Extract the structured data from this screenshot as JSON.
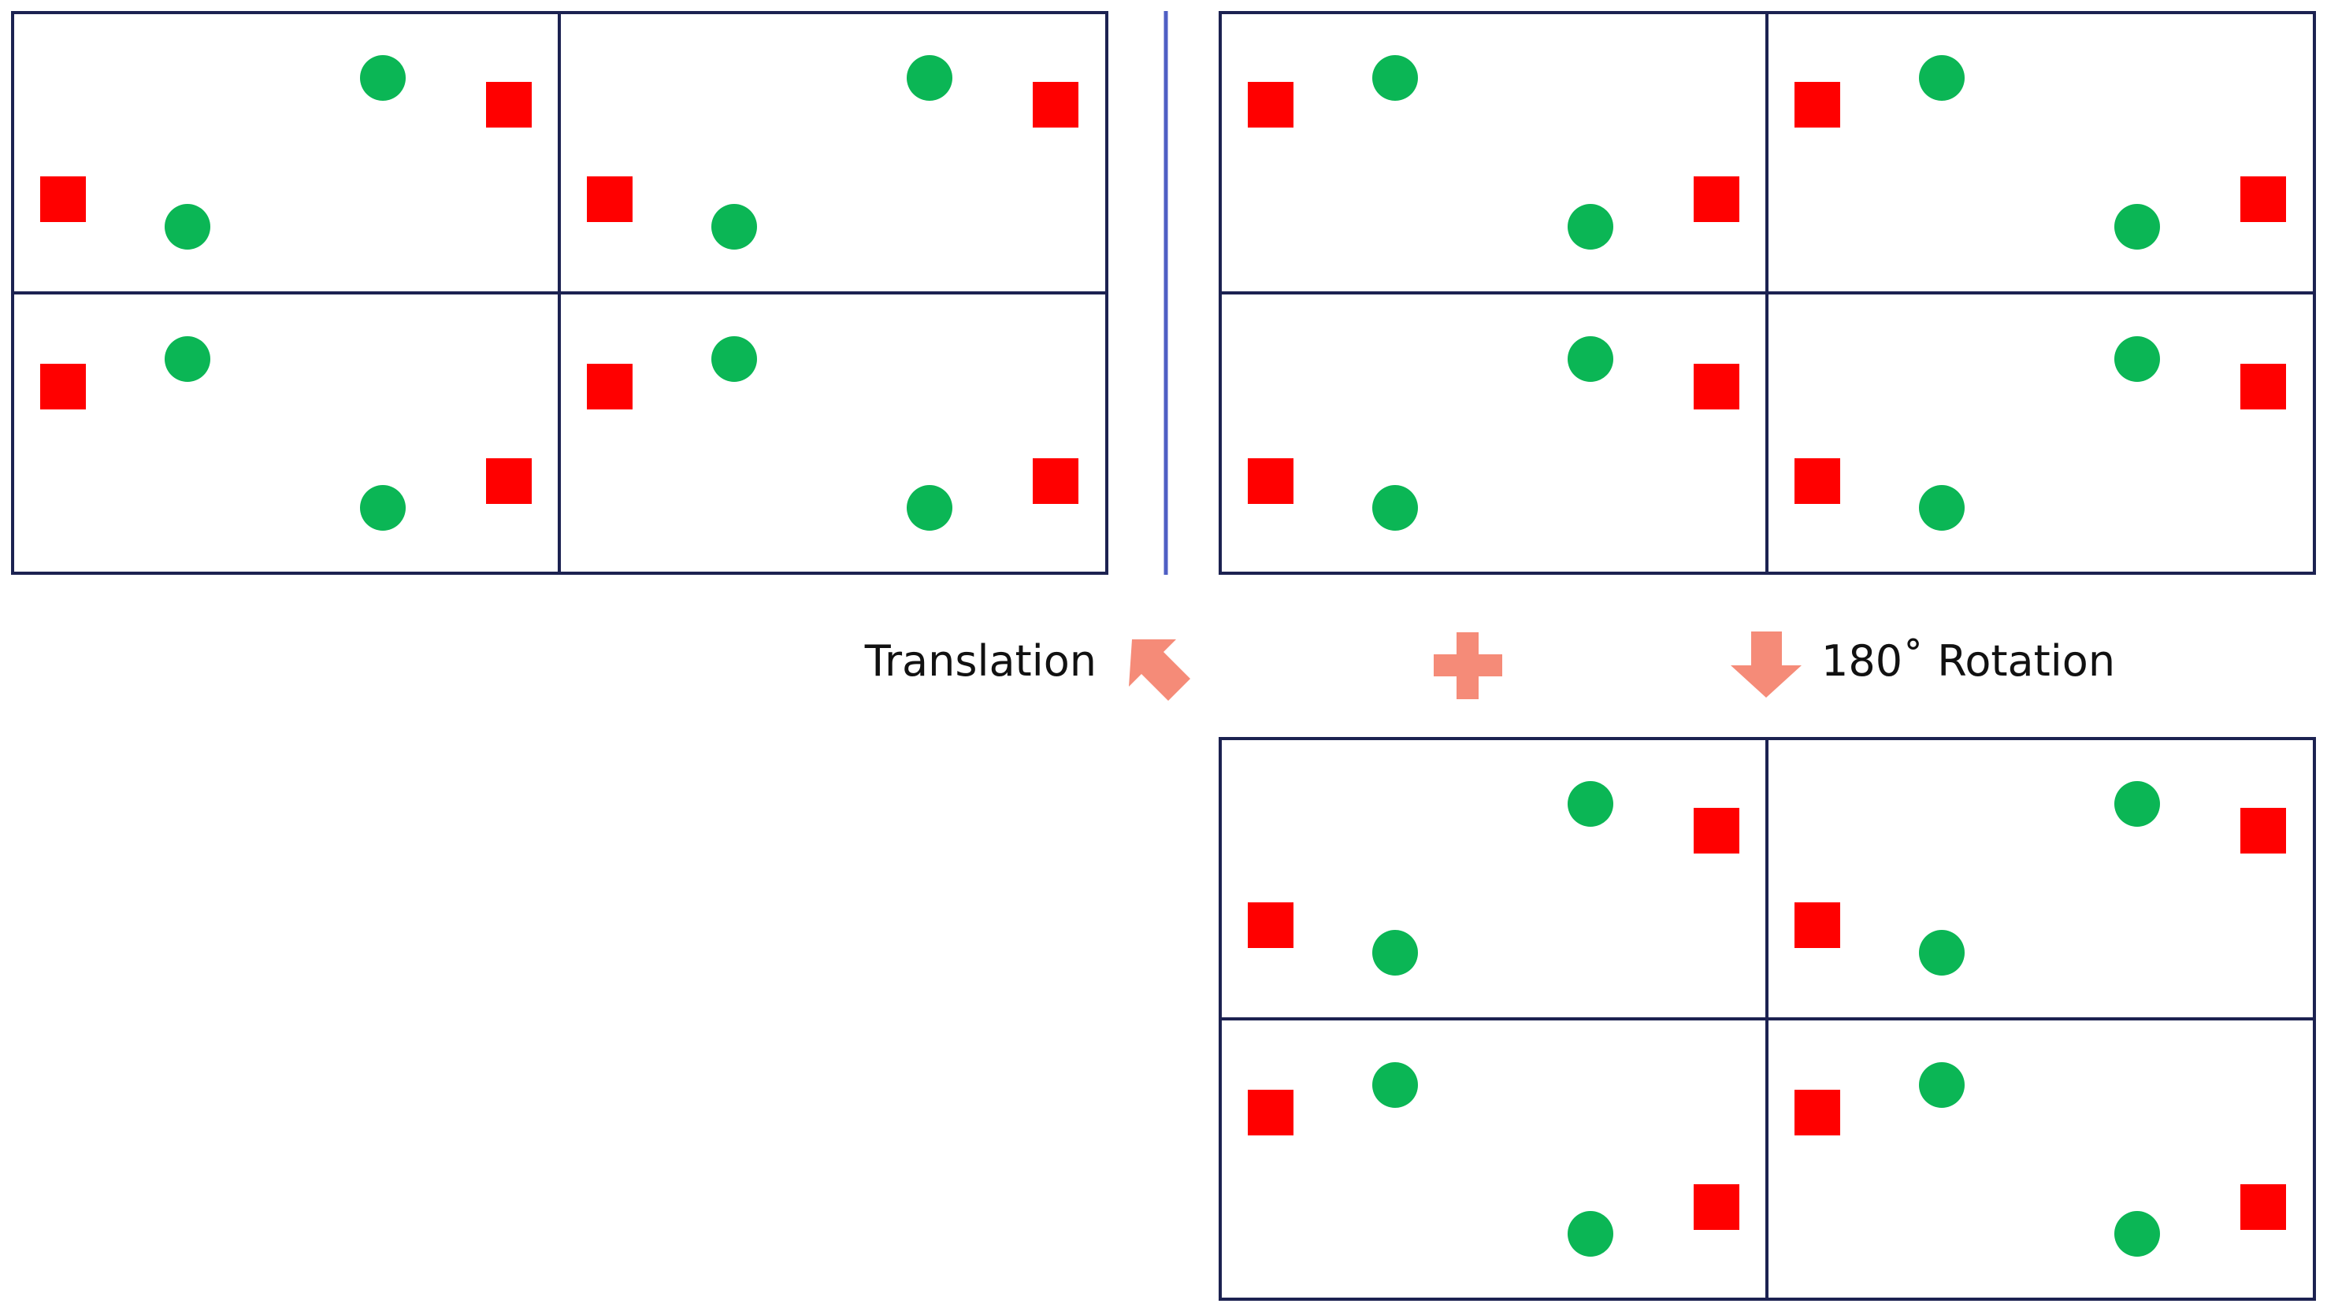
{
  "labels": {
    "translation": "Translation",
    "rotation": "180˚ Rotation"
  },
  "colors": {
    "grid_line": "#1c2251",
    "separator": "#4f5fc4",
    "square": "#ff0000",
    "circle": "#0bb655",
    "arrow": "#f58b78"
  },
  "icons": {
    "translation_arrow": "arrow-up-left-icon",
    "combine": "plus-icon",
    "rotation_arrow": "arrow-down-icon"
  },
  "panels": [
    {
      "name": "original-pattern",
      "tile_motif": "base"
    },
    {
      "name": "rotated-pattern",
      "tile_motif": "rotated-180"
    },
    {
      "name": "translated-pattern",
      "tile_motif": "base"
    }
  ]
}
